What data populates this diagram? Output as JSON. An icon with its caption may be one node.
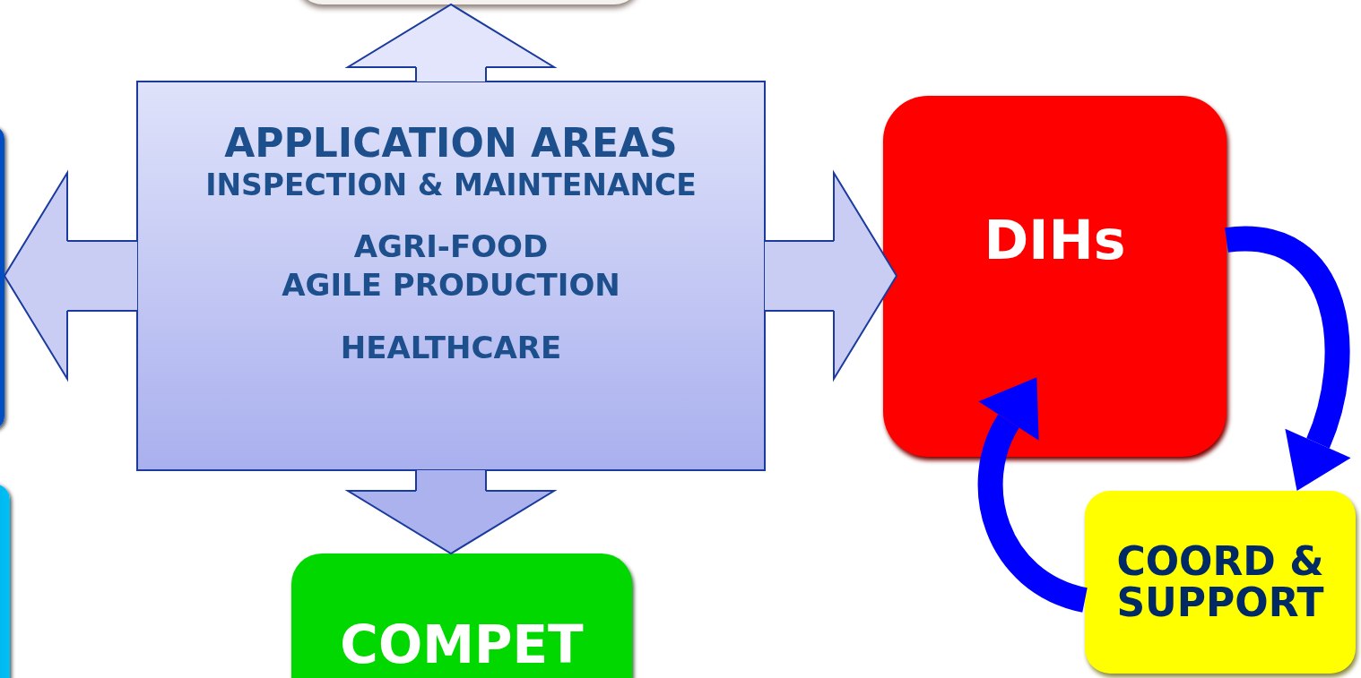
{
  "diagram": {
    "nodes": [
      {
        "text": [
          "APPLICATION AREAS",
          "INSPECTION & MAINTENANCE",
          "AGRI-FOOD",
          "AGILE PRODUCTION",
          "HEALTHCARE"
        ]
      },
      {
        "text": [],
        "shape": "box"
      },
      {
        "text": [],
        "shape": "box"
      },
      {
        "text": [],
        "shape": "box"
      },
      {
        "text": [
          "DIHs"
        ]
      },
      {
        "text": [
          "COMPET"
        ]
      },
      {
        "text": [
          "COORD & SUPPORT"
        ]
      }
    ],
    "edges": [
      {
        "from": 0,
        "to": 1,
        "arrow": "to"
      },
      {
        "from": 0,
        "to": 2,
        "arrow": "to"
      },
      {
        "from": 0,
        "to": 4,
        "arrow": "to"
      },
      {
        "from": 0,
        "to": 5,
        "arrow": "to"
      },
      {
        "from": 4,
        "to": 6,
        "arrow": "to",
        "color": "#0000ff"
      },
      {
        "from": 6,
        "to": 4,
        "arrow": "to",
        "color": "#0000ff"
      }
    ]
  }
}
